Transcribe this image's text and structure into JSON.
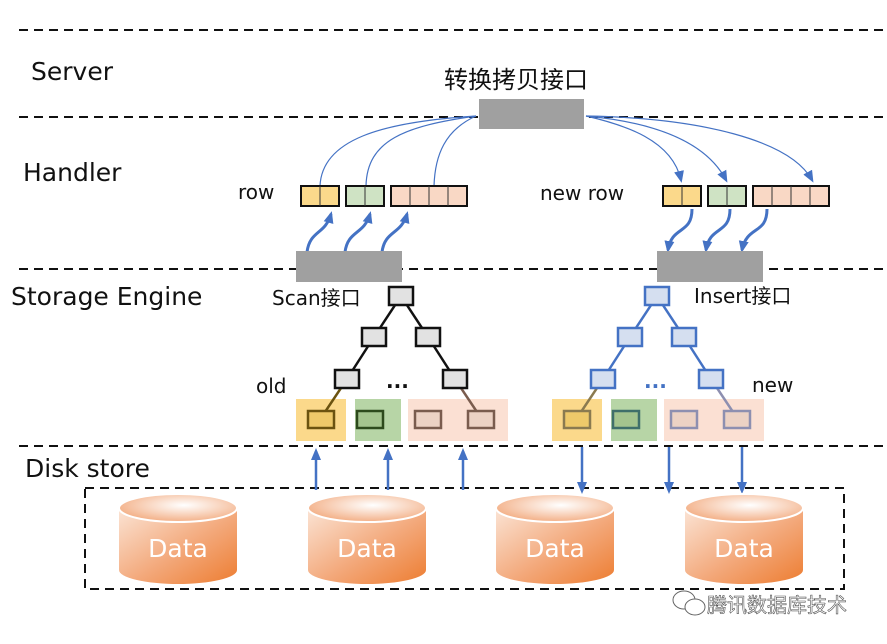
{
  "layers": [
    {
      "id": "server",
      "label": "Server"
    },
    {
      "id": "handler",
      "label": "Handler"
    },
    {
      "id": "storage",
      "label": "Storage Engine"
    },
    {
      "id": "disk",
      "label": "Disk store"
    }
  ],
  "server": {
    "interface_label": "转换拷贝接口"
  },
  "handler": {
    "read_row_label": "row",
    "write_row_label": "new row",
    "row_groups": [
      {
        "color": "#fbd98b",
        "cells": 2
      },
      {
        "color": "#cfe3c4",
        "cells": 2
      },
      {
        "color": "#f9d8c5",
        "cells": 4
      }
    ]
  },
  "storage": {
    "scan_label": "Scan接口",
    "insert_label": "Insert接口",
    "old_label": "old",
    "new_label": "new",
    "ellipsis": "...",
    "old_tree_node_fill": "#e2e2e2",
    "old_tree_stroke": "#111111",
    "new_tree_node_fill": "#d5dff0",
    "new_tree_stroke": "#4472c4",
    "leaf_groups": [
      {
        "bg": "#fbd98b",
        "leaf_fill": "#eec96a"
      },
      {
        "bg": "#b7d5a6",
        "leaf_fill": "#a4c48e"
      },
      {
        "bg": "#fbe0d3",
        "leaf_fill": "#ecd2c4"
      }
    ]
  },
  "disk": {
    "cylinders": [
      {
        "label": "Data"
      },
      {
        "label": "Data"
      },
      {
        "label": "Data"
      },
      {
        "label": "Data"
      }
    ]
  },
  "colors": {
    "arrow": "#4472c4",
    "interface_box": "#a0a0a0",
    "cylinder_dark": "#ed7d31",
    "cylinder_light": "#fbe4d5"
  },
  "watermark": {
    "text": "腾讯数据库技术",
    "icon": "wechat-icon"
  }
}
